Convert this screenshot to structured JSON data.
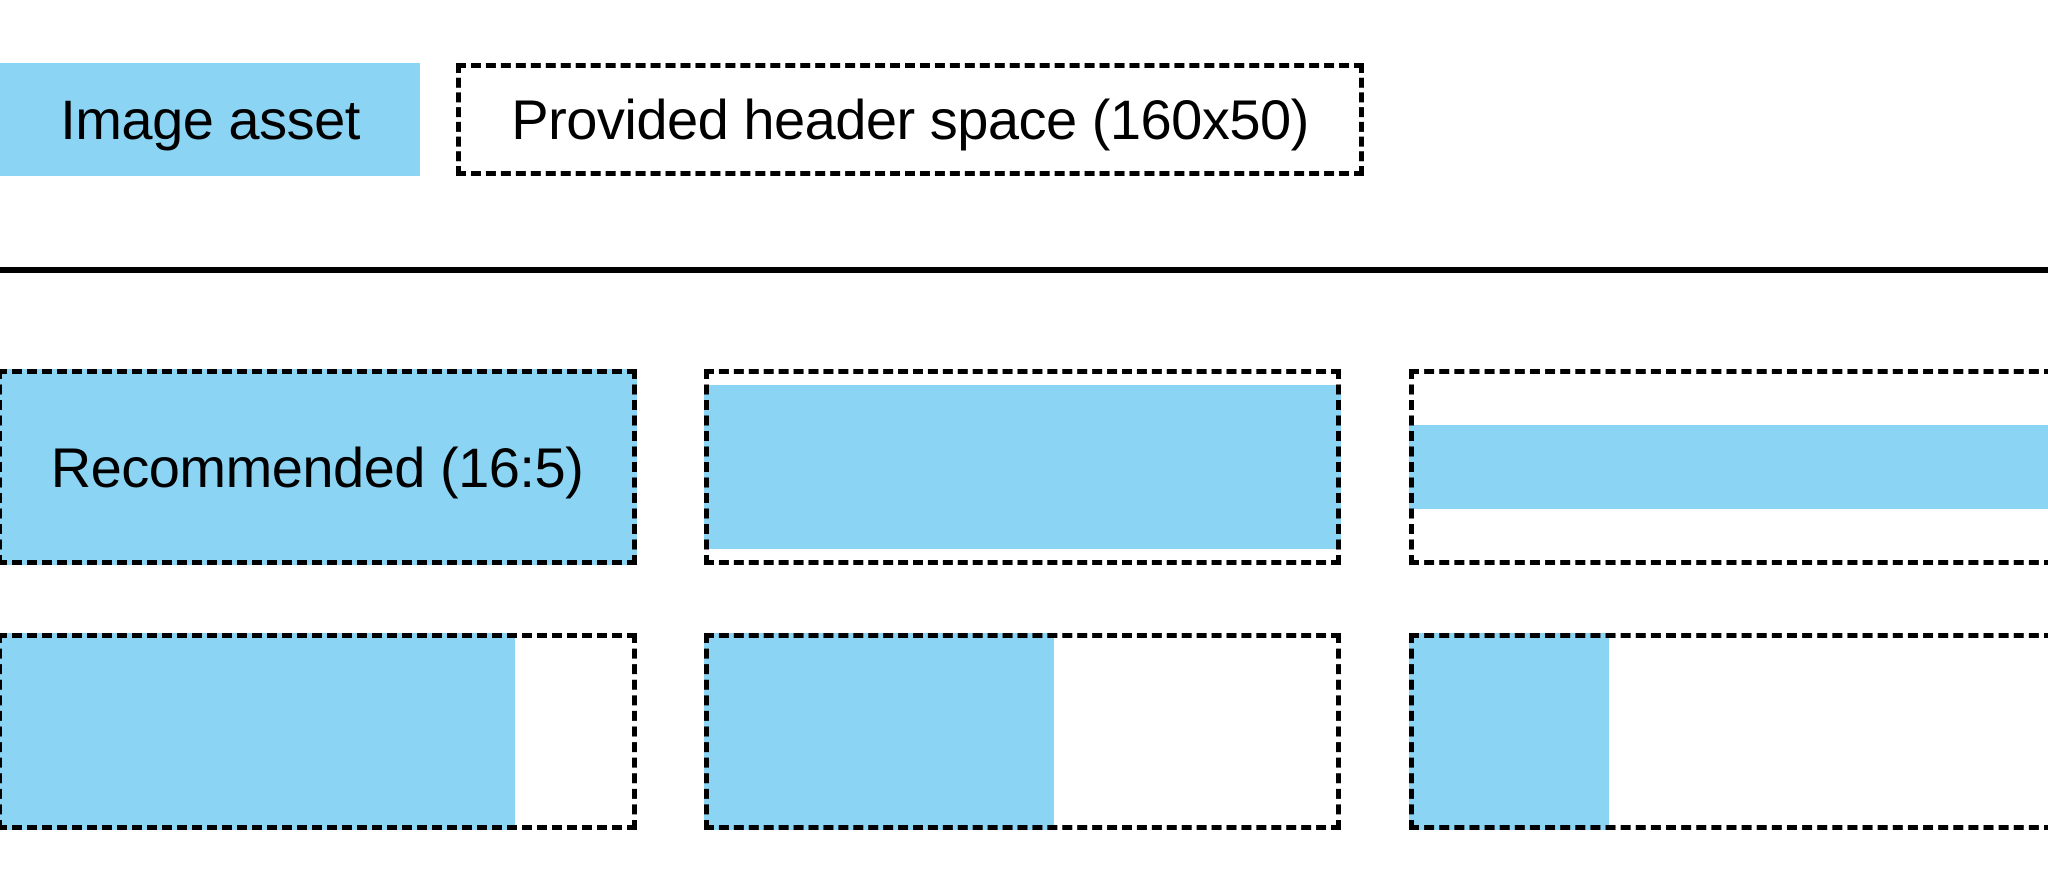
{
  "colors": {
    "asset_blue": "#8BD4F4",
    "line_black": "#000000",
    "background": "#FFFFFF"
  },
  "legend": {
    "image_asset_label": "Image asset",
    "header_space_label": "Provided header space (160x50)"
  },
  "examples": [
    {
      "label": "Recommended (16:5)",
      "fill": {
        "width_pct": 100,
        "height_pct": 100,
        "h_align": "left",
        "v_align": "top"
      }
    },
    {
      "label": "",
      "fill": {
        "width_pct": 100,
        "height_pct": 84,
        "h_align": "left",
        "v_align": "center"
      }
    },
    {
      "label": "",
      "fill": {
        "width_pct": 100,
        "height_pct": 43,
        "h_align": "left",
        "v_align": "center"
      }
    },
    {
      "label": "",
      "fill": {
        "width_pct": 81,
        "height_pct": 100,
        "h_align": "left",
        "v_align": "top"
      }
    },
    {
      "label": "",
      "fill": {
        "width_pct": 55,
        "height_pct": 100,
        "h_align": "left",
        "v_align": "top"
      }
    },
    {
      "label": "",
      "fill": {
        "width_pct": 31,
        "height_pct": 100,
        "h_align": "left",
        "v_align": "top"
      }
    }
  ]
}
